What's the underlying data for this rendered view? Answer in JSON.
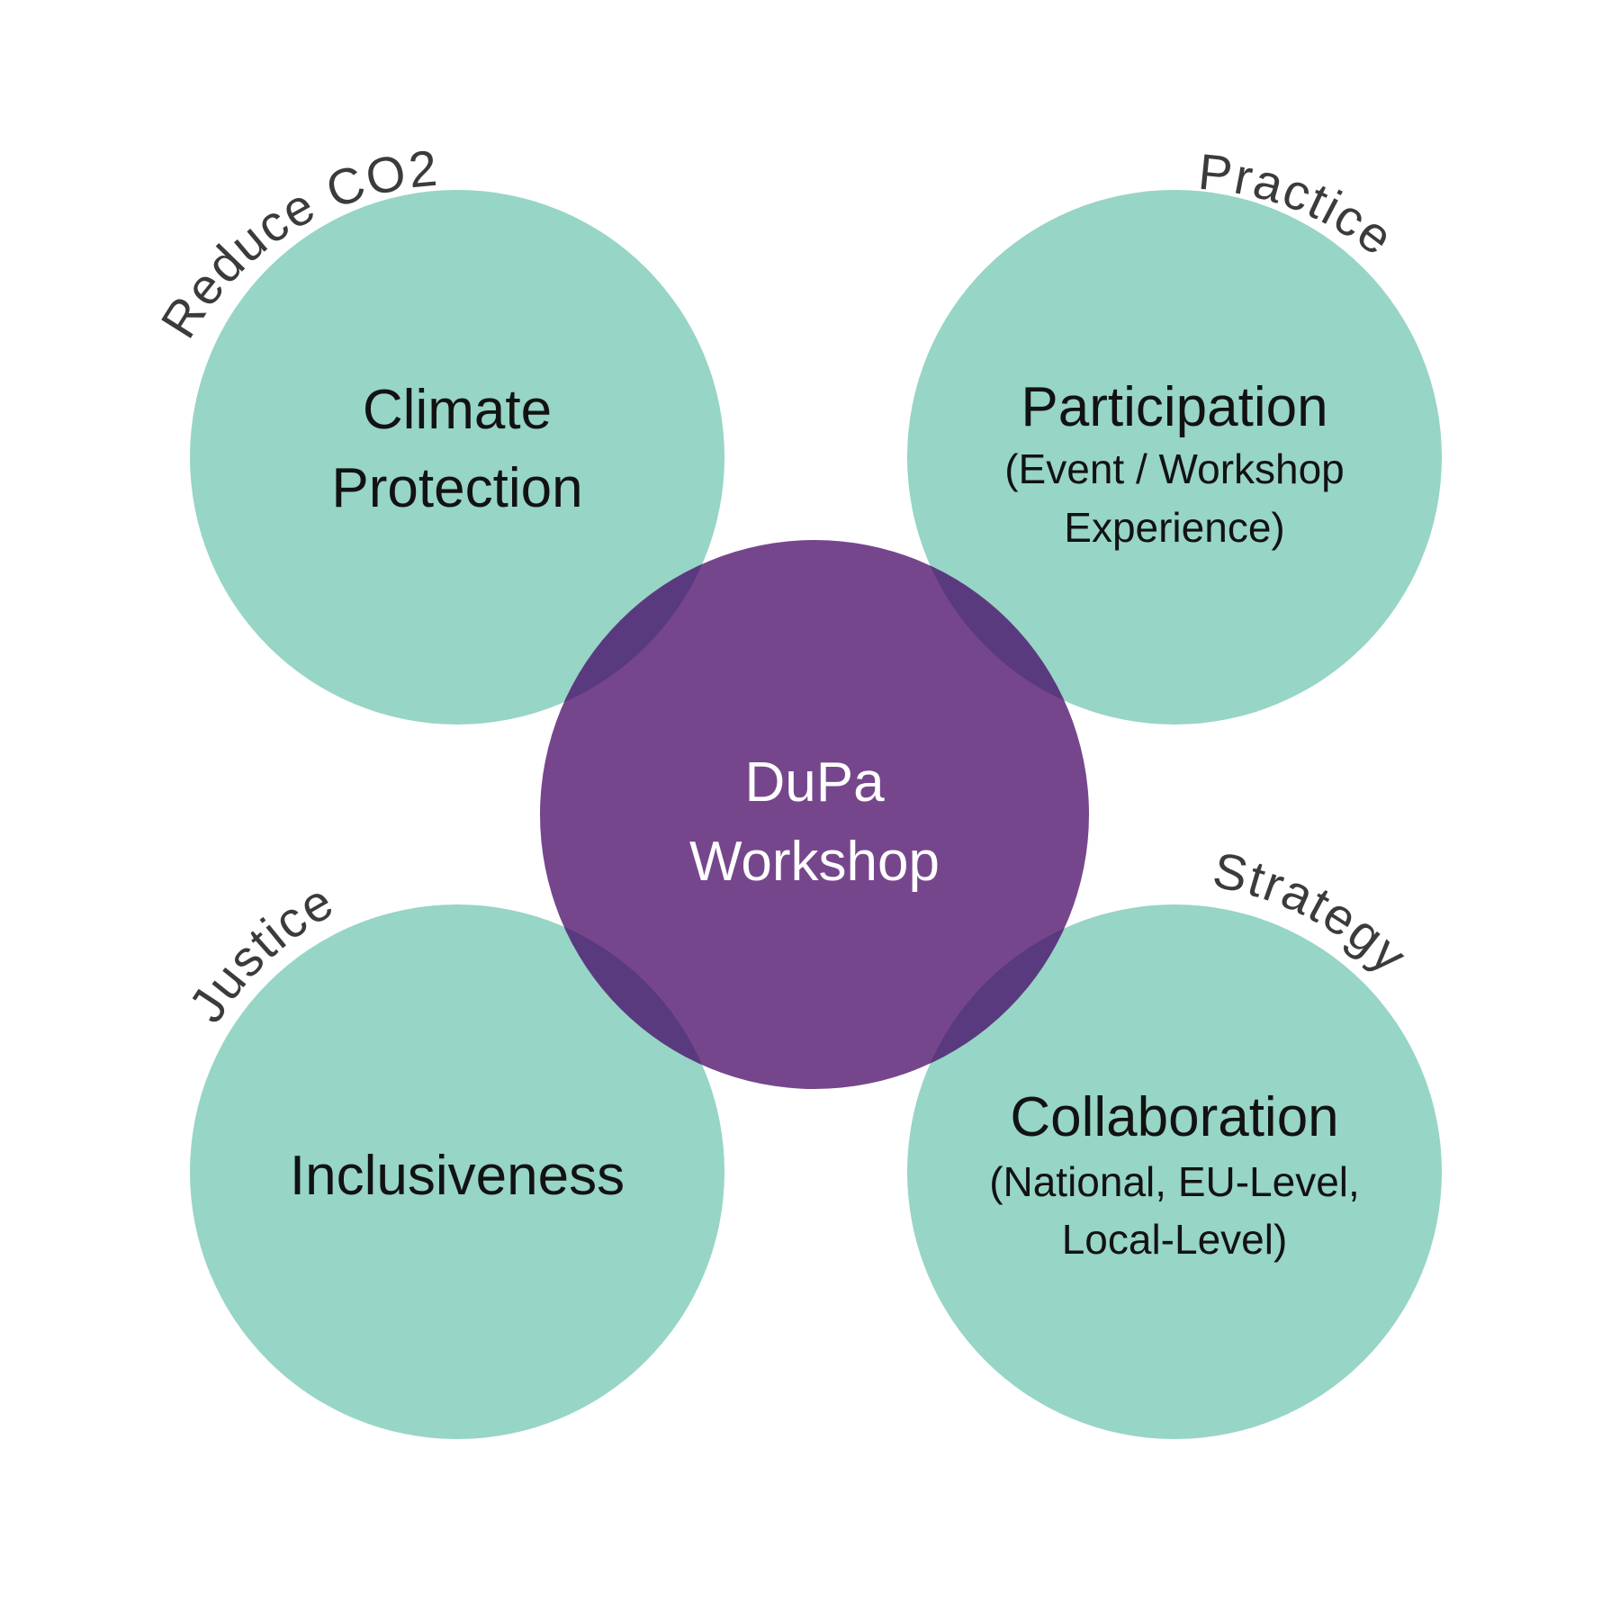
{
  "colors": {
    "outer_circle": "#97d5c6",
    "center_circle": "#76468d",
    "overlap": "#5a3a7e",
    "arc_text": "#3b3b3b",
    "node_text": "#121212",
    "center_text": "#ffffff"
  },
  "center": {
    "line1": "DuPa",
    "line2": "Workshop"
  },
  "nodes": {
    "climate": {
      "arc_label": "Reduce CO2",
      "title_line1": "Climate",
      "title_line2": "Protection"
    },
    "participation": {
      "arc_label": "Practice",
      "title": "Participation",
      "sub_line1": "(Event / Workshop",
      "sub_line2": "Experience)"
    },
    "inclusiveness": {
      "arc_label": "Justice",
      "title": "Inclusiveness"
    },
    "collaboration": {
      "arc_label": "Strategy",
      "title": "Collaboration",
      "sub_line1": "(National, EU-Level,",
      "sub_line2": "Local-Level)"
    }
  }
}
